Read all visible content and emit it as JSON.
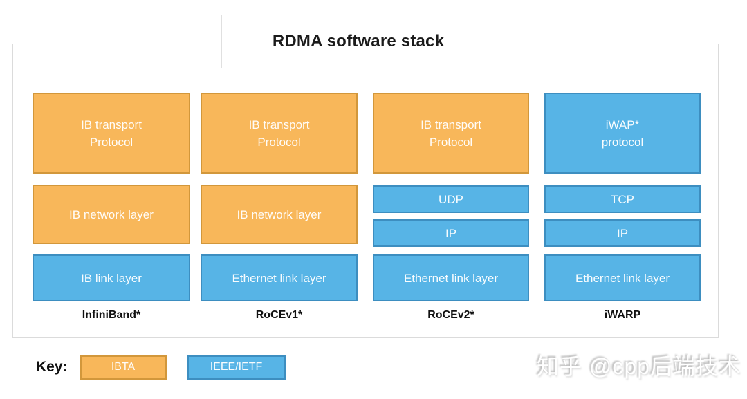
{
  "title": "RDMA software stack",
  "colors": {
    "ibta_fill": "#F8B75A",
    "ibta_border": "#D2973B",
    "ieee_fill": "#57B4E6",
    "ieee_border": "#3D8EC0"
  },
  "columns": [
    {
      "label": "InfiniBand*",
      "boxes": [
        {
          "label": "IB transport\nProtocol",
          "org": "IBTA"
        },
        {
          "label": "IB network layer",
          "org": "IBTA"
        },
        {
          "label": "IB link layer",
          "org": "IEEE/IETF"
        }
      ]
    },
    {
      "label": "RoCEv1*",
      "boxes": [
        {
          "label": "IB transport\nProtocol",
          "org": "IBTA"
        },
        {
          "label": "IB network layer",
          "org": "IBTA"
        },
        {
          "label": "Ethernet link layer",
          "org": "IEEE/IETF"
        }
      ]
    },
    {
      "label": "RoCEv2*",
      "boxes": [
        {
          "label": "IB transport\nProtocol",
          "org": "IBTA"
        },
        {
          "label": "UDP",
          "org": "IEEE/IETF"
        },
        {
          "label": "IP",
          "org": "IEEE/IETF"
        },
        {
          "label": "Ethernet link layer",
          "org": "IEEE/IETF"
        }
      ]
    },
    {
      "label": "iWARP",
      "boxes": [
        {
          "label": "iWAP*\nprotocol",
          "org": "IEEE/IETF"
        },
        {
          "label": "TCP",
          "org": "IEEE/IETF"
        },
        {
          "label": "IP",
          "org": "IEEE/IETF"
        },
        {
          "label": "Ethernet link layer",
          "org": "IEEE/IETF"
        }
      ]
    }
  ],
  "legend": {
    "label": "Key:",
    "items": [
      {
        "label": "IBTA"
      },
      {
        "label": "IEEE/IETF"
      }
    ]
  },
  "watermark": {
    "text": "知乎 @cpp后端技术"
  }
}
